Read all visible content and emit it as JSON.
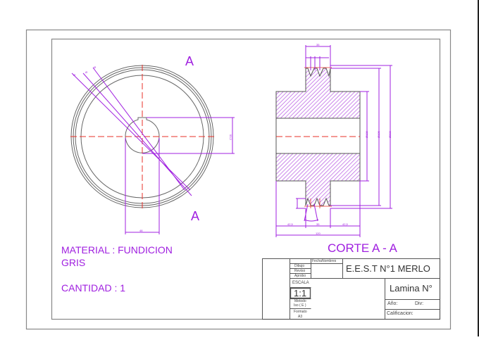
{
  "drawing": {
    "section_marks": {
      "top": "A",
      "bottom": "A"
    },
    "section_title": "CORTE A - A",
    "notes": {
      "material_line1": "MATERIAL : FUNDICION",
      "material_line2": "GRIS",
      "quantity": "CANTIDAD : 1"
    },
    "colors": {
      "dimension": "#a020e0",
      "centerline": "#e8302a",
      "outline": "#555555",
      "hatch": "#b04ae0",
      "border": "#888888"
    }
  },
  "title_block": {
    "col_headers": {
      "fecha": "Fecha",
      "nombres": "Nombres"
    },
    "rows": {
      "dibujo": "Dibujo",
      "reviso": "Reviso",
      "aprobo": "Aprobo"
    },
    "escala_label": "ESCALA",
    "escala_value": "1:1",
    "metodo_line1": "Metodo",
    "metodo_line2": "Iso ( E )",
    "formato_label": "Formato",
    "formato_value": "A3",
    "school": "E.E.S.T N°1 MERLO",
    "lamina": "Lamina N°",
    "anio": "Año:",
    "div": "Div:",
    "calificacion": "Calificacion:"
  }
}
